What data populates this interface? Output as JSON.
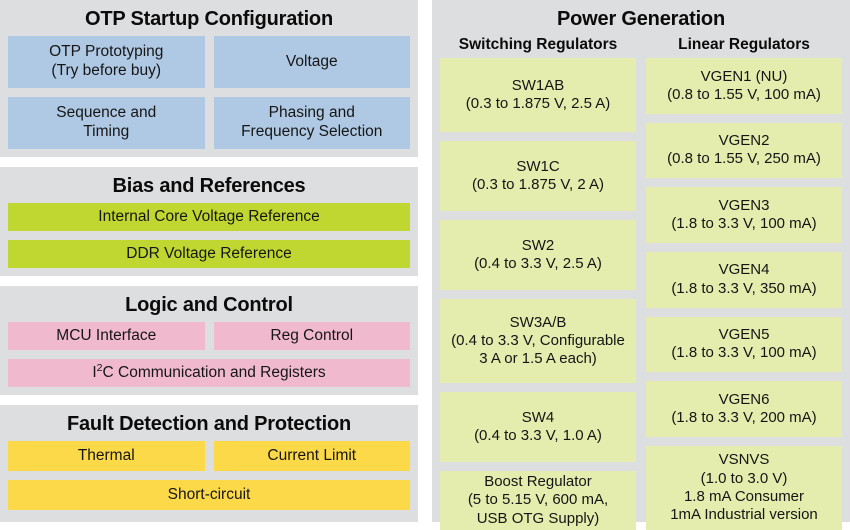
{
  "left_sections": [
    {
      "title": "OTP Startup Configuration",
      "color": "#afc9e4",
      "blocks": [
        [
          "OTP Prototyping",
          "(Try before buy)"
        ],
        [
          "Voltage"
        ],
        [
          "Sequence and",
          "Timing"
        ],
        [
          "Phasing and",
          "Frequency Selection"
        ]
      ]
    },
    {
      "title": "Bias and References",
      "color": "#bfd730",
      "blocks": [
        "Internal Core Voltage Reference",
        "DDR Voltage Reference"
      ]
    },
    {
      "title": "Logic and Control",
      "color": "#f0b9ce",
      "blocks": [
        "MCU Interface",
        "Reg Control"
      ],
      "full_block": "I2C Communication and Registers",
      "full_block_pre": "I",
      "full_block_sup": "2",
      "full_block_post": "C Communication and Registers"
    },
    {
      "title": "Fault Detection and Protection",
      "color": "#fcd949",
      "blocks": [
        "Thermal",
        "Current Limit"
      ],
      "full_block": "Short-circuit"
    }
  ],
  "right_section": {
    "title": "Power Generation",
    "box_color": "#e4edae",
    "columns": [
      {
        "heading": "Switching Regulators",
        "items": [
          {
            "name": "SW1AB",
            "detail": [
              "(0.3 to 1.875 V, 2.5 A)"
            ]
          },
          {
            "name": "SW1C",
            "detail": [
              "(0.3 to 1.875 V, 2 A)"
            ]
          },
          {
            "name": "SW2",
            "detail": [
              "(0.4 to 3.3 V, 2.5 A)"
            ]
          },
          {
            "name": "SW3A/B",
            "detail": [
              "(0.4 to 3.3 V, Configurable",
              "3 A or 1.5 A each)"
            ]
          },
          {
            "name": "SW4",
            "detail": [
              "(0.4 to 3.3 V, 1.0 A)"
            ]
          },
          {
            "name": "Boost Regulator",
            "detail": [
              "(5 to 5.15 V, 600 mA,",
              "USB OTG Supply)"
            ]
          }
        ]
      },
      {
        "heading": "Linear Regulators",
        "items": [
          {
            "name": "VGEN1 (NU)",
            "detail": [
              "(0.8 to 1.55 V, 100 mA)"
            ]
          },
          {
            "name": "VGEN2",
            "detail": [
              "(0.8 to 1.55 V, 250 mA)"
            ]
          },
          {
            "name": "VGEN3",
            "detail": [
              "(1.8 to 3.3 V, 100 mA)"
            ]
          },
          {
            "name": "VGEN4",
            "detail": [
              "(1.8 to 3.3 V, 350 mA)"
            ]
          },
          {
            "name": "VGEN5",
            "detail": [
              "(1.8 to 3.3 V, 100 mA)"
            ]
          },
          {
            "name": "VGEN6",
            "detail": [
              "(1.8 to 3.3 V, 200 mA)"
            ]
          },
          {
            "name": "VSNVS",
            "detail": [
              "(1.0 to 3.0 V)",
              "1.8 mA Consumer",
              "1mA Industrial version"
            ]
          }
        ]
      }
    ]
  }
}
